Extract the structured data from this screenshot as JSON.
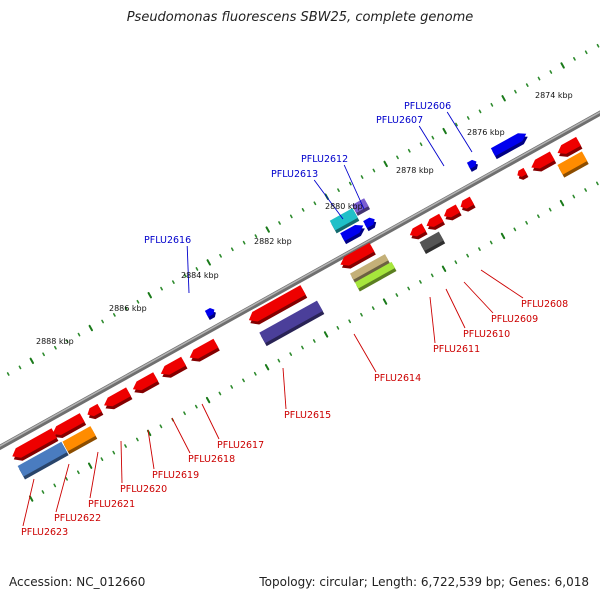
{
  "title": "Pseudomonas fluorescens SBW25, complete genome",
  "footer": {
    "accession": "Accession: NC_012660",
    "summary": "Topology: circular; Length: 6,722,539 bp; Genes: 6,018"
  },
  "colors": {
    "backbone": "#8a8a8a",
    "tick_major": "#1a7a1a",
    "tick_minor": "#2e8b2e",
    "forward_label": "#0000cc",
    "reverse_label": "#cc0000"
  },
  "scale": {
    "ticks": [
      {
        "label": "2874 kbp"
      },
      {
        "label": "2876 kbp"
      },
      {
        "label": "2878 kbp"
      },
      {
        "label": "2880 kbp"
      },
      {
        "label": "2882 kbp"
      },
      {
        "label": "2884 kbp"
      },
      {
        "label": "2886 kbp"
      },
      {
        "label": "2888 kbp"
      }
    ]
  },
  "genes_forward": [
    {
      "id": "PFLU2606"
    },
    {
      "id": "PFLU2607"
    },
    {
      "id": "PFLU2612"
    },
    {
      "id": "PFLU2613"
    },
    {
      "id": "PFLU2616"
    }
  ],
  "genes_reverse": [
    {
      "id": "PFLU2608"
    },
    {
      "id": "PFLU2609"
    },
    {
      "id": "PFLU2610"
    },
    {
      "id": "PFLU2611"
    },
    {
      "id": "PFLU2614"
    },
    {
      "id": "PFLU2615"
    },
    {
      "id": "PFLU2617"
    },
    {
      "id": "PFLU2618"
    },
    {
      "id": "PFLU2619"
    },
    {
      "id": "PFLU2620"
    },
    {
      "id": "PFLU2621"
    },
    {
      "id": "PFLU2622"
    },
    {
      "id": "PFLU2623"
    }
  ]
}
